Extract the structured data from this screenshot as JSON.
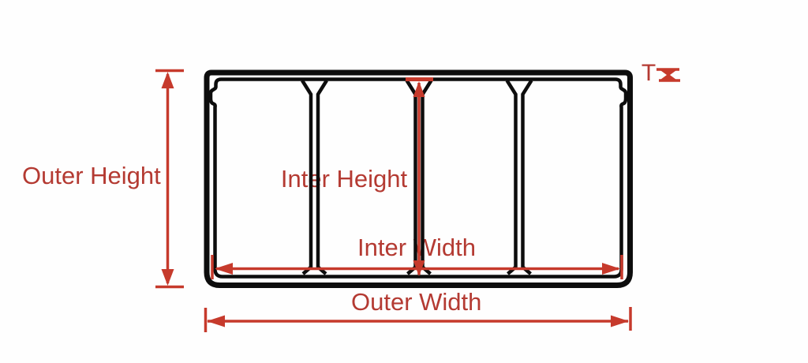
{
  "diagram": {
    "labels": {
      "outer_height": "Outer Height",
      "inter_height": "Inter Height",
      "inter_width": "Inter Width",
      "outer_width": "Outer Width",
      "thickness": "T"
    },
    "colors": {
      "ink": "#0d0d0d",
      "red": "#c63a2c",
      "red_text": "#b43a32",
      "background": "#fefefe"
    }
  }
}
